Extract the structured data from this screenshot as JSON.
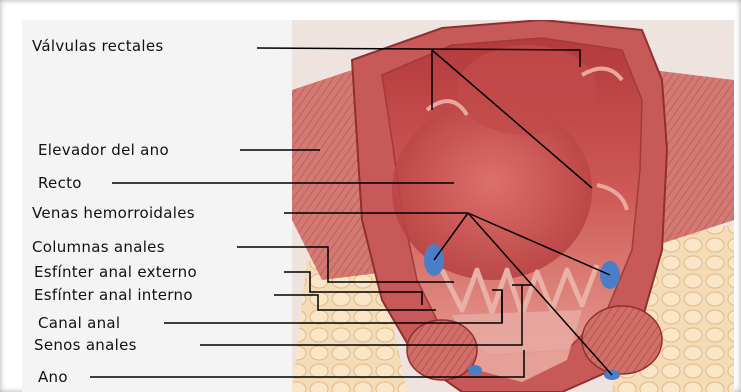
{
  "labels": {
    "valvulas_rectales": "Válvulas rectales",
    "elevador_del_ano": "Elevador del ano",
    "recto": "Recto",
    "venas_hemorroidales": "Venas hemorroidales",
    "columnas_anales": "Columnas anales",
    "esfinter_anal_externo": "Esfínter anal externo",
    "esfinter_anal_interno": "Esfínter anal interno",
    "canal_anal": "Canal anal",
    "senos_anales": "Senos anales",
    "ano": "Ano"
  },
  "colors": {
    "rectal_wall": "#c85a5a",
    "lumen": "#c4484a",
    "mucosa_light": "#e9a9a0",
    "fat": "#f1d7b0",
    "vein": "#4a7fc8",
    "leader_line": "#000000"
  }
}
